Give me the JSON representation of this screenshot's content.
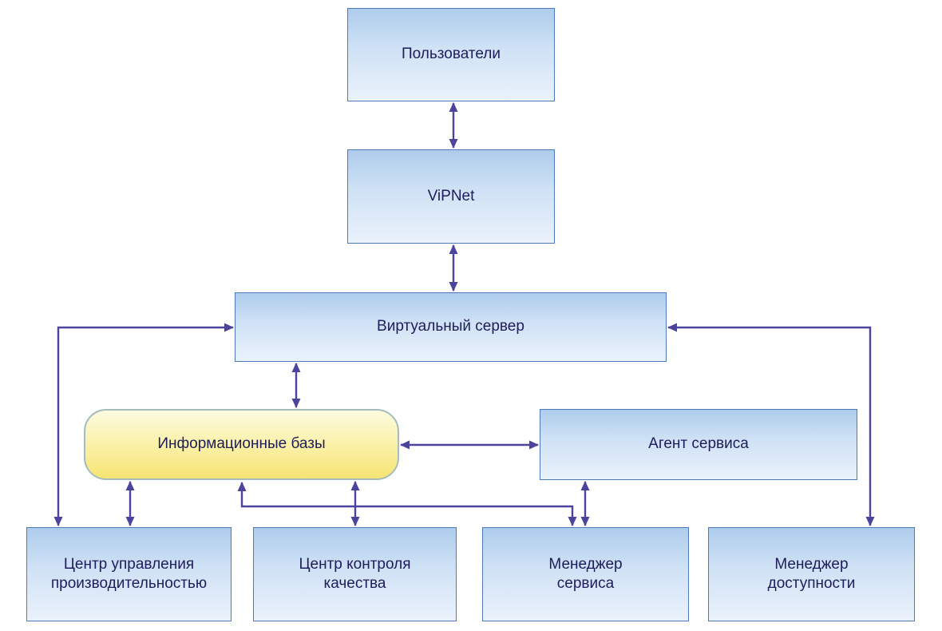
{
  "diagram": {
    "colors": {
      "background": "#ffffff",
      "arrow": "#4c449c",
      "text": "#1e1d5a",
      "blue_box_border": "#4d7ab8",
      "blue_box_gradient_top": "#adccec",
      "blue_box_gradient_bottom": "#eaf2fb",
      "yellow_box_border": "#a5bcbf",
      "yellow_box_gradient_top": "#fdfbe0",
      "yellow_box_gradient_bottom": "#f6e573"
    },
    "nodes": [
      {
        "id": "users",
        "label": "Пользователи",
        "shape": "rect",
        "fill": "blue"
      },
      {
        "id": "vipnet",
        "label": "ViPNet",
        "shape": "rect",
        "fill": "blue"
      },
      {
        "id": "virtual-server",
        "label": "Виртуальный сервер",
        "shape": "rect",
        "fill": "blue"
      },
      {
        "id": "info-bases",
        "label": "Информационные базы",
        "shape": "rounded",
        "fill": "yellow"
      },
      {
        "id": "service-agent",
        "label": "Агент сервиса",
        "shape": "rect",
        "fill": "blue"
      },
      {
        "id": "perf-center",
        "label": "Центр управления\nпроизводительностью",
        "shape": "rect",
        "fill": "blue"
      },
      {
        "id": "quality-center",
        "label": "Центр контроля\nкачества",
        "shape": "rect",
        "fill": "blue"
      },
      {
        "id": "service-manager",
        "label": "Менеджер\nсервиса",
        "shape": "rect",
        "fill": "blue"
      },
      {
        "id": "availability-manager",
        "label": "Менеджер\nдоступности",
        "shape": "rect",
        "fill": "blue"
      }
    ],
    "connections": [
      {
        "from": "users",
        "to": "vipnet",
        "bidirectional": true
      },
      {
        "from": "vipnet",
        "to": "virtual-server",
        "bidirectional": true
      },
      {
        "from": "virtual-server",
        "to": "info-bases",
        "bidirectional": true
      },
      {
        "from": "info-bases",
        "to": "service-agent",
        "bidirectional": true
      },
      {
        "from": "virtual-server",
        "to": "perf-center",
        "bidirectional": true
      },
      {
        "from": "virtual-server",
        "to": "availability-manager",
        "bidirectional": true
      },
      {
        "from": "info-bases",
        "to": "perf-center",
        "bidirectional": true
      },
      {
        "from": "info-bases",
        "to": "quality-center",
        "bidirectional": true
      },
      {
        "from": "info-bases",
        "to": "service-manager",
        "bidirectional": true
      },
      {
        "from": "service-agent",
        "to": "service-manager",
        "bidirectional": true
      }
    ]
  }
}
